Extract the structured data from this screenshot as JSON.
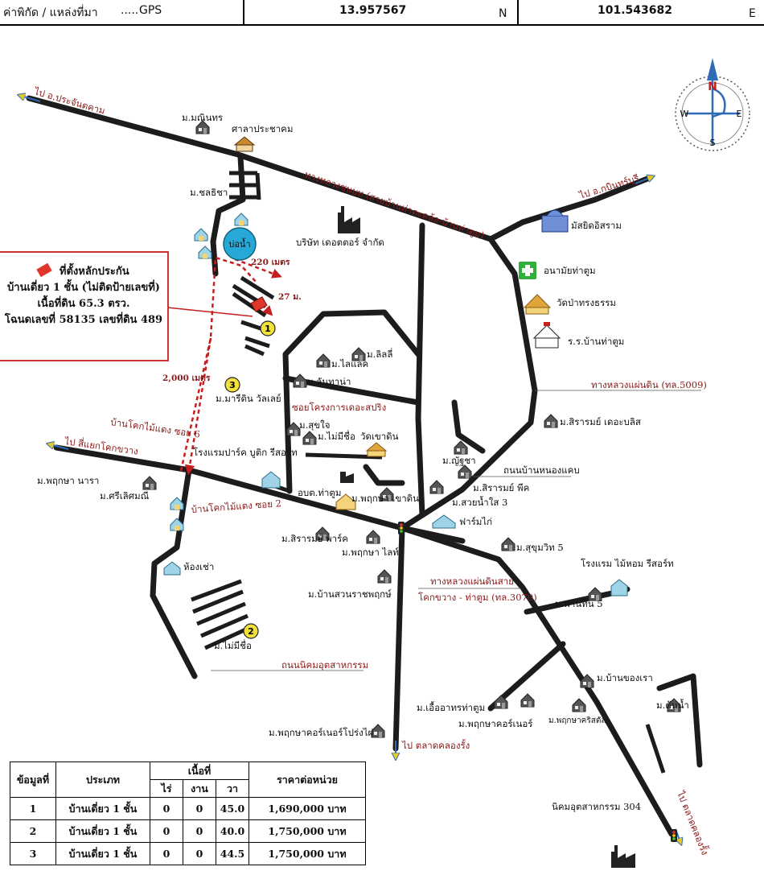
{
  "header": {
    "coord_label": "ค่าพิกัด / แหล่งที่มา",
    "coord_source": "GPS",
    "latitude": "13.957567",
    "lat_suffix": "N",
    "longitude": "101.543682",
    "lon_suffix": "E"
  },
  "compass": {
    "north": "N",
    "south": "S",
    "east": "E",
    "west": "W"
  },
  "legend": {
    "title": "ที่ตั้งหลักประกัน",
    "line1": "บ้านเดี่ยว 1 ชั้น (ไม่ติดป้ายเลขที่)",
    "line2": "เนื้อที่ดิน 65.3 ตรว.",
    "line3": "โฉนดเลขที่ 58135 เลขที่ดิน 489"
  },
  "markers": [
    "1",
    "2",
    "3"
  ],
  "direction_labels": {
    "to_prachantakham": "ไป อ.ประจันตคาม",
    "to_kabinburi": "ไป อ.กบินทร์บุรี",
    "to_khok_khwang": "ไป สี่แยกโคกขวาง",
    "to_talat_klong_rang": "ไป ตลาดคลองรั้ง",
    "to_talat_klong_rang_2": "ไป ตลาดคลองรั้ง"
  },
  "road_labels": {
    "rural_road": "ทางหลวงชนบท (สายบ้านท่าตะคล้อ-บ้านท่าตูม)",
    "highway_5009": "ทางหลวงแผ่นดิน (ทล.5009)",
    "highway_3079_a": "ทางหลวงแผ่นดินสาย",
    "highway_3079_b": "โคกขวาง - ท่าตูม (ทล.3079)",
    "soi_6": "บ้านโคกไม้แดง ซอย 6",
    "soi_2": "บ้านโคกไม้แดง ซอย 2",
    "soi_project": "ซอยโครงการเดอะสปริง",
    "nikhom_road": "ถนนนิคมอุตสาหกรรม",
    "nong_kae_road": "ถนนบ้านหนองแคบ"
  },
  "distances": {
    "d220": "220 เมตร",
    "d27": "27 ม.",
    "d2000": "2,000 เมตร"
  },
  "places": {
    "m_manithorn": "ม.มณินทร",
    "sala": "ศาลาประชาคม",
    "m_chonthicha": "ม.ชลธิชา",
    "pond": "บ่อน้ำ",
    "factory_company": "บริษัท เดอตตอร์ จำกัด",
    "mosque": "มัสยิดอิสราม",
    "health_center": "อนามัยท่าตูม",
    "temple_pa": "วัดป่าทรงธรรม",
    "school": "ร.ร.บ้านท่าตูม",
    "m_lilly": "ม.ลิลลี่",
    "m_lilac": "ม.ไลแลค",
    "m_lanthana": "ม.ลันทาน่า",
    "m_marutdin": "ม.มารีดิน วัลเลย์",
    "m_sirarom_bliss": "ม.สิรารมย์ เดอะบลิส",
    "m_sukjai": "ม.สุขใจ",
    "m_mai_mi_chue": "ม.ไม่มีชื่อ",
    "wat_khao_din": "วัดเขาดิน",
    "hotel_park": "โรงแรมปาร์ค บูติก รีสอร์ท",
    "m_yaisha": "ม.ญัฐชา",
    "m_phruksa_nara": "ม.พฤกษา นารา",
    "m_srilertmani": "ม.ศรีเลิศมณี",
    "obt": "อบต.ท่าตูม",
    "m_phruksa_khaodin": "ม.พฤกษา เขาดิน",
    "m_sirarom_peak": "ม.สิรารมย์ พีค",
    "m_suan_nam_sai": "ม.สวยน้ำใส 3",
    "chicken_farm": "ฟาร์มไก่",
    "m_sirarom_park": "ม.สิรารมย์ พาร์ค",
    "m_phruksa_light": "ม.พฤกษา ไลท์",
    "m_sukhumvit": "ม.สุขุมวิท 5",
    "rooms": "ห้องเช่า",
    "hotel_maihom": "โรงแรม ไม้หอม รีสอร์ท",
    "m_suan_ratchaphruek": "ม.บ้านสวนราชพฤกษ์",
    "m_phanthin": "ม.พานทิน 5",
    "m_mai_mi_chue_2": "ม.ไม่มีชื่อ",
    "m_ban_khong_rao": "ม.บ้านของเรา",
    "m_ueaarthorn": "ม.เอื้ออาทรท่าตูม",
    "m_phruksa_corner": "ม.พฤกษาคอร์เนอร์",
    "m_phruksa_crystal": "ม.พฤกษาคริสตัล",
    "m_ton_nam": "ม.ต้นน้ำ",
    "m_phruksa_corner_prong": "ม.พฤกษาคอร์เนอร์โปร่งไผ่",
    "industrial_estate": "นิคมอุตสาหกรรม 304"
  },
  "price_table": {
    "headers": {
      "no": "ข้อมูลที่",
      "type": "ประเภท",
      "area": "เนื้อที่",
      "rai": "ไร่",
      "ngan": "งาน",
      "wa": "วา",
      "price": "ราคาต่อหน่วย"
    },
    "rows": [
      {
        "no": "1",
        "type": "บ้านเดี่ยว 1 ชั้น",
        "rai": "0",
        "ngan": "0",
        "wa": "45.0",
        "price": "1,690,000 บาท"
      },
      {
        "no": "2",
        "type": "บ้านเดี่ยว 1 ชั้น",
        "rai": "0",
        "ngan": "0",
        "wa": "40.0",
        "price": "1,750,000 บาท"
      },
      {
        "no": "3",
        "type": "บ้านเดี่ยว 1 ชั้น",
        "rai": "0",
        "ngan": "0",
        "wa": "44.5",
        "price": "1,750,000 บาท"
      }
    ]
  },
  "colors": {
    "road": "#1c1c1c",
    "red_text": "#8b1a1a",
    "marker_yellow": "#f3e03a",
    "pond_blue": "#27a9d8",
    "route_red": "#c41e1e",
    "compass_blue": "#2f6cb5",
    "health_green": "#2fae3a"
  }
}
